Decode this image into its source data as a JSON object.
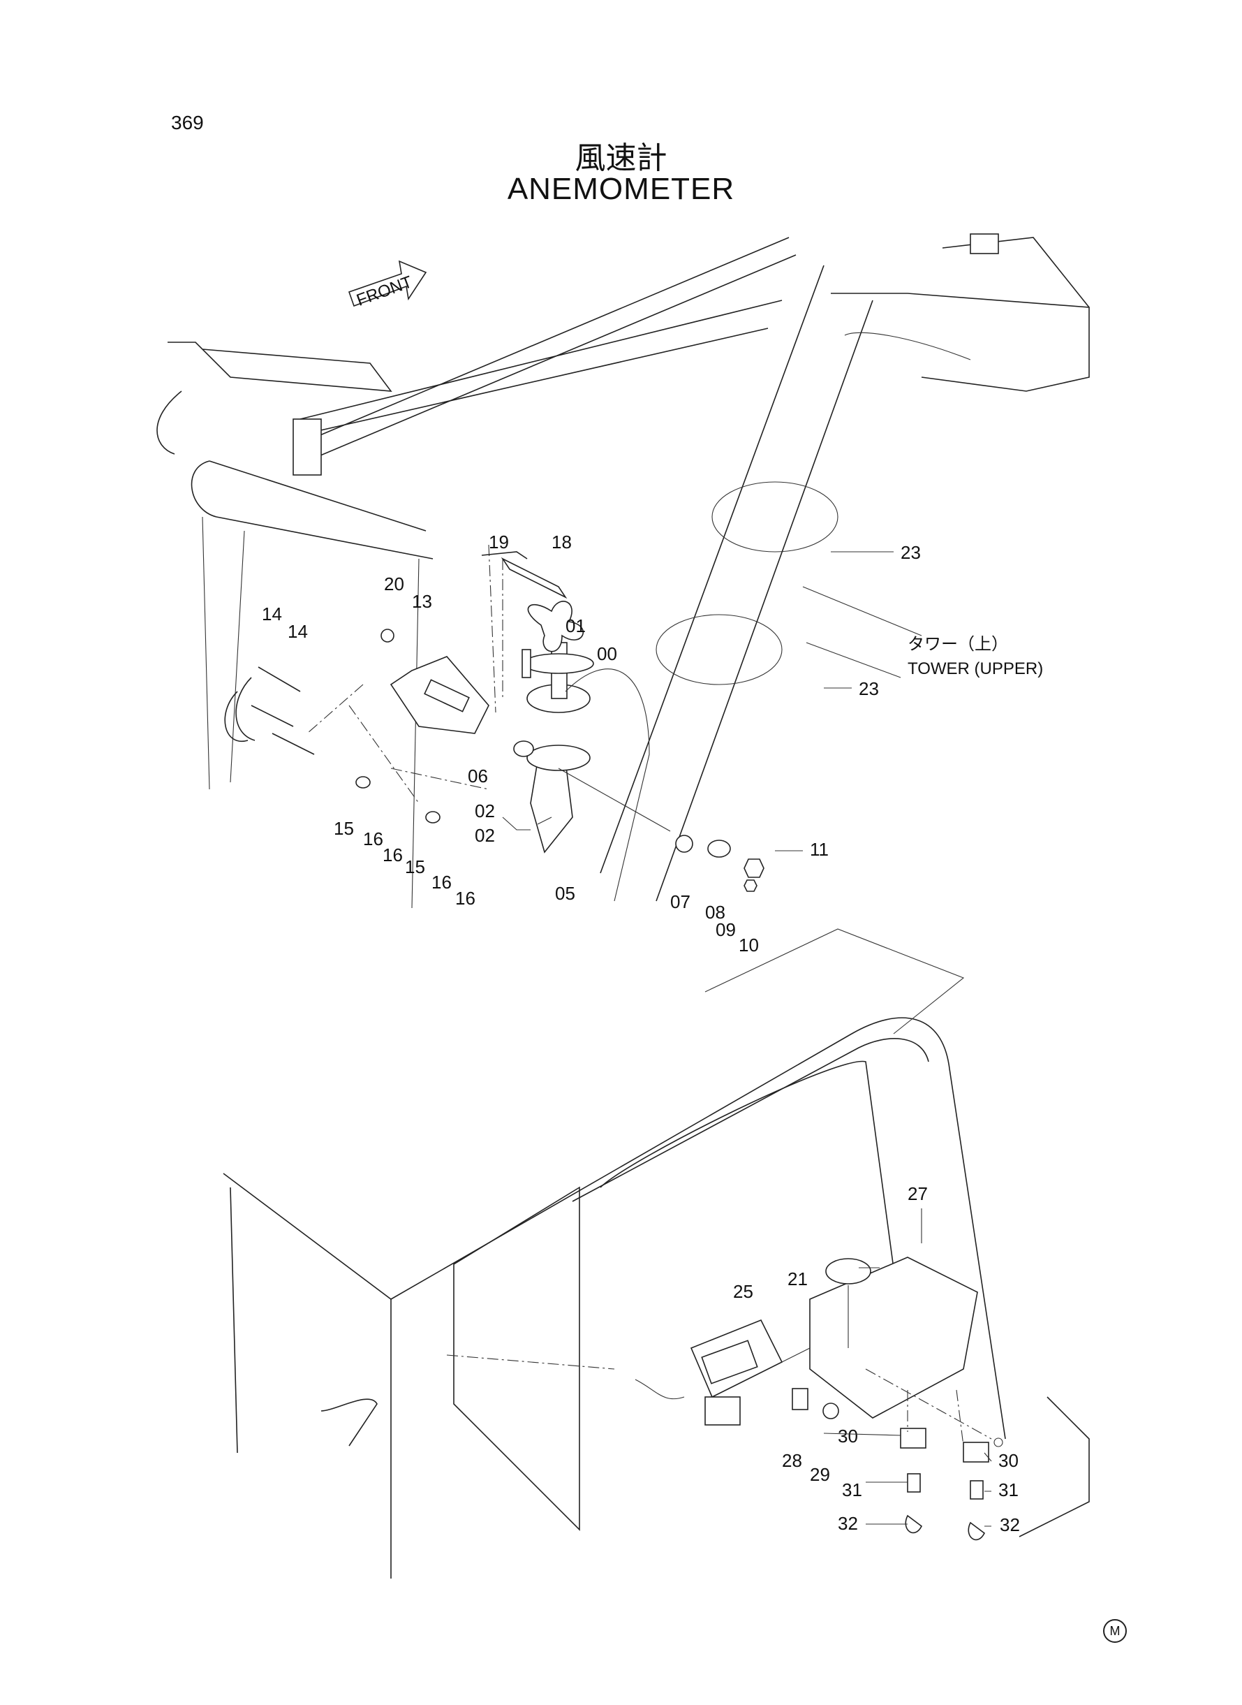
{
  "page": {
    "number": "369"
  },
  "title": {
    "japanese": "風速計",
    "english": "ANEMOMETER"
  },
  "labels": {
    "front": "FRONT",
    "tower_jp": "タワー（上）",
    "tower_en": "TOWER (UPPER)",
    "mark": "M"
  },
  "callouts": [
    "00",
    "01",
    "02",
    "02",
    "05",
    "06",
    "07",
    "08",
    "09",
    "10",
    "11",
    "13",
    "14",
    "14",
    "15",
    "15",
    "16",
    "16",
    "16",
    "16",
    "18",
    "19",
    "20",
    "21",
    "23",
    "23",
    "25",
    "27",
    "28",
    "29",
    "30",
    "30",
    "31",
    "31",
    "32",
    "32"
  ]
}
